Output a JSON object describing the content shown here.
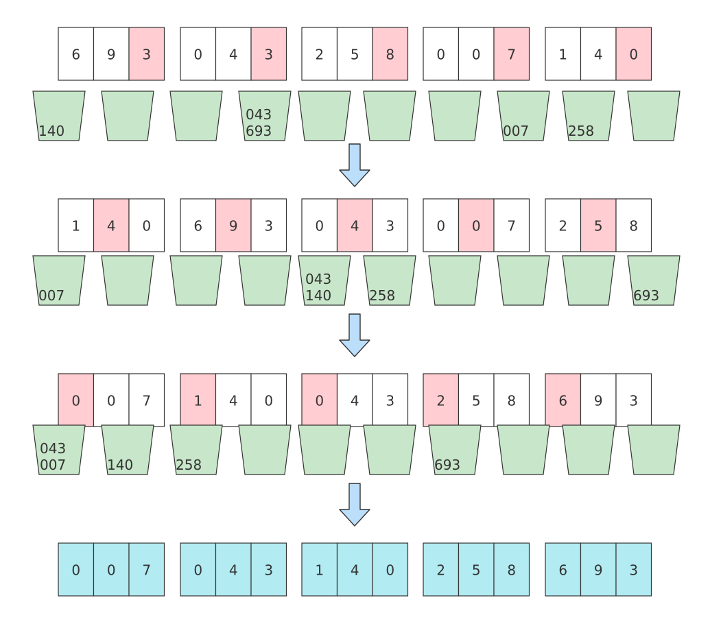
{
  "colors": {
    "cell_fill": "#ffffff",
    "highlight_fill": "#ffcdd2",
    "bucket_fill": "#c8e6c9",
    "final_fill": "#b2ebf2",
    "stroke": "#333333",
    "arrow_fill": "#bbdefb",
    "arrow_stroke": "#333333",
    "text": "#333333"
  },
  "passes": [
    {
      "groups": [
        [
          "6",
          "9",
          "3"
        ],
        [
          "0",
          "4",
          "3"
        ],
        [
          "2",
          "5",
          "8"
        ],
        [
          "0",
          "0",
          "7"
        ],
        [
          "1",
          "4",
          "0"
        ]
      ],
      "highlight_digit": 2,
      "buckets": [
        [
          "140"
        ],
        [],
        [],
        [
          "043",
          "693"
        ],
        [],
        [],
        [],
        [
          "007"
        ],
        [
          "258"
        ],
        []
      ]
    },
    {
      "groups": [
        [
          "1",
          "4",
          "0"
        ],
        [
          "6",
          "9",
          "3"
        ],
        [
          "0",
          "4",
          "3"
        ],
        [
          "0",
          "0",
          "7"
        ],
        [
          "2",
          "5",
          "8"
        ]
      ],
      "highlight_digit": 1,
      "buckets": [
        [
          "007"
        ],
        [],
        [],
        [],
        [
          "043",
          "140"
        ],
        [
          "258"
        ],
        [],
        [],
        [],
        [
          "693"
        ]
      ]
    },
    {
      "groups": [
        [
          "0",
          "0",
          "7"
        ],
        [
          "1",
          "4",
          "0"
        ],
        [
          "0",
          "4",
          "3"
        ],
        [
          "2",
          "5",
          "8"
        ],
        [
          "6",
          "9",
          "3"
        ]
      ],
      "highlight_digit": 0,
      "buckets": [
        [
          "043",
          "007"
        ],
        [
          "140"
        ],
        [
          "258"
        ],
        [],
        [],
        [],
        [
          "693"
        ],
        [],
        [],
        []
      ]
    }
  ],
  "result": {
    "groups": [
      [
        "0",
        "0",
        "7"
      ],
      [
        "0",
        "4",
        "3"
      ],
      [
        "1",
        "4",
        "0"
      ],
      [
        "2",
        "5",
        "8"
      ],
      [
        "6",
        "9",
        "3"
      ]
    ]
  }
}
